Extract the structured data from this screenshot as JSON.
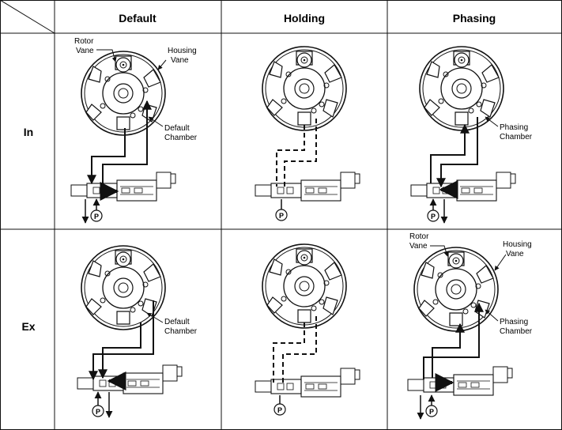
{
  "header": {
    "col1": "Default",
    "col2": "Holding",
    "col3": "Phasing"
  },
  "rows": {
    "in": "In",
    "ex": "Ex"
  },
  "labels": {
    "rotor_vane_l1": "Rotor",
    "rotor_vane_l2": "Vane",
    "housing_vane_l1": "Housing",
    "housing_vane_l2": "Vane",
    "default_chamber_l1": "Default",
    "default_chamber_l2": "Chamber",
    "phasing_chamber_l1": "Phasing",
    "phasing_chamber_l2": "Chamber",
    "pressure": "P"
  }
}
